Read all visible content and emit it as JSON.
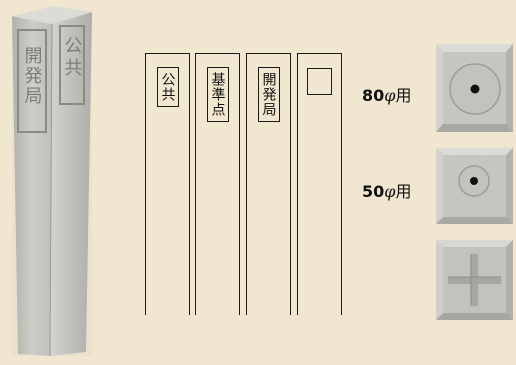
{
  "post_photo": {
    "icon": "concrete-survey-post-photo",
    "front_text": "開発局",
    "side_text": "公共"
  },
  "panels": [
    {
      "label": "公共"
    },
    {
      "label": "基準点"
    },
    {
      "label": "開発局"
    },
    {
      "label": ""
    }
  ],
  "sizes": [
    {
      "number": "80",
      "phi": "φ",
      "suffix": "用"
    },
    {
      "number": "50",
      "phi": "φ",
      "suffix": "用"
    }
  ],
  "tiles": [
    {
      "icon": "top-face-80-hole-icon"
    },
    {
      "icon": "top-face-50-hole-icon"
    },
    {
      "icon": "top-face-cross-icon"
    }
  ],
  "colors": {
    "background": "#f1e6cf",
    "concrete": "#c9c9c4",
    "line": "#1a1a1a"
  }
}
